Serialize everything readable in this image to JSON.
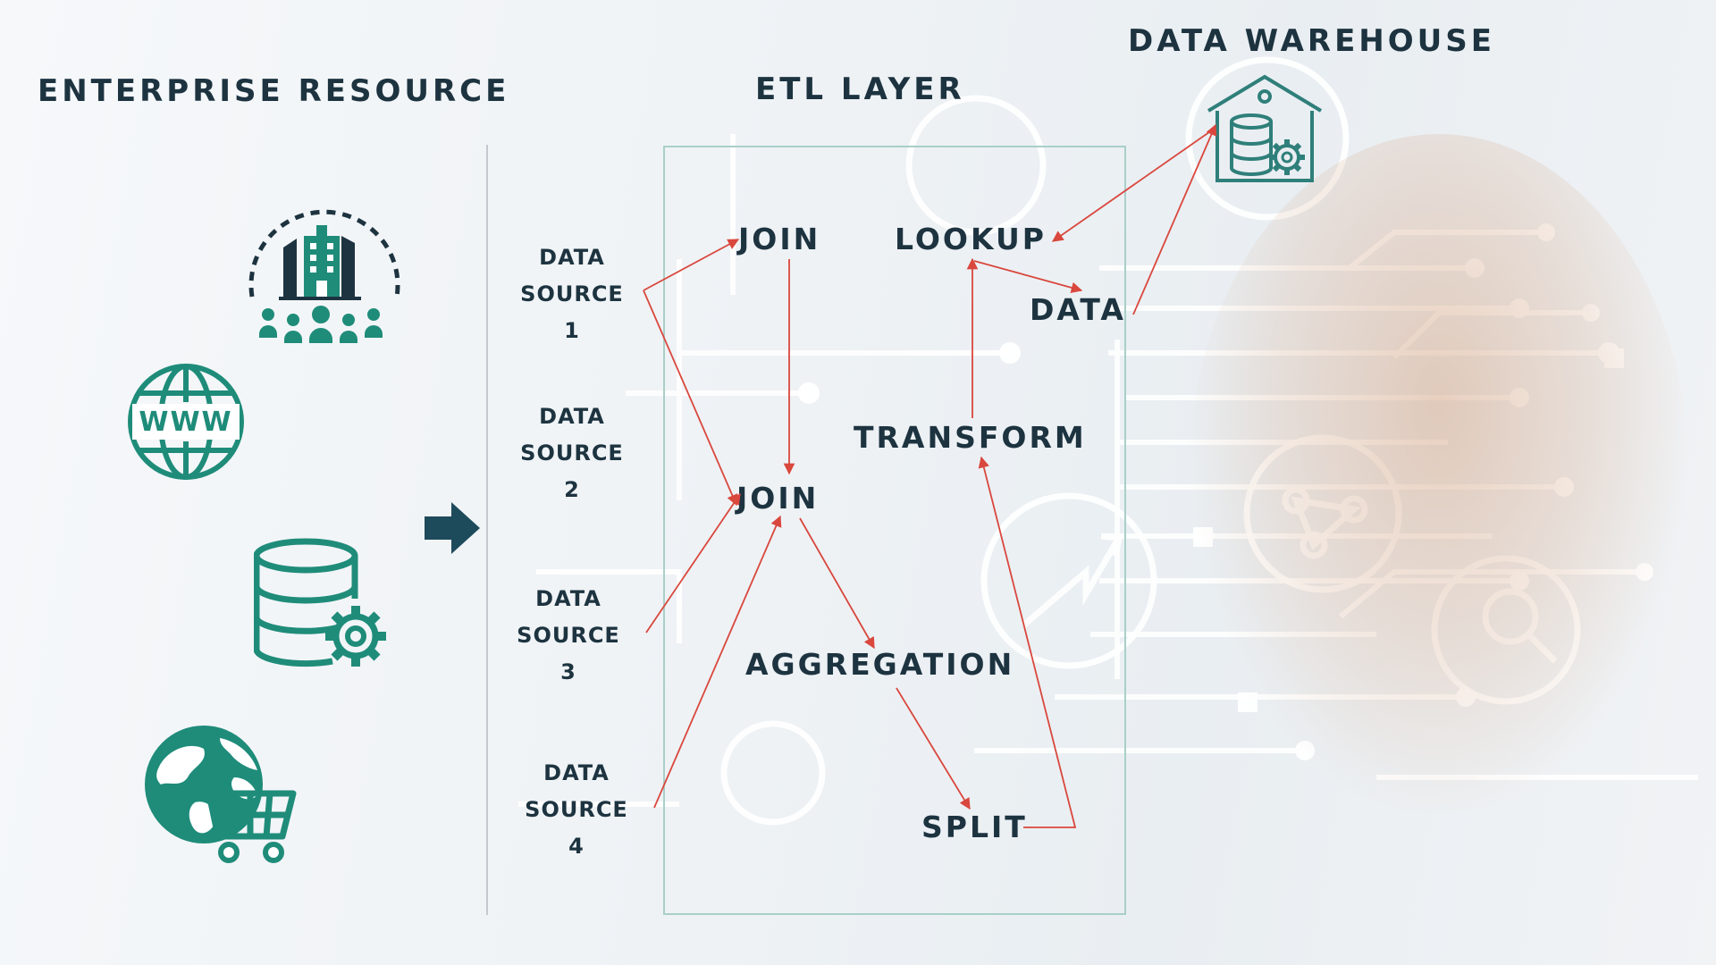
{
  "titles": {
    "enterprise": "ENTERPRISE RESOURCE",
    "etl": "ETL LAYER",
    "warehouse": "DATA WAREHOUSE"
  },
  "data_sources": [
    {
      "line1": "DATA",
      "line2": "SOURCE",
      "num": "1"
    },
    {
      "line1": "DATA",
      "line2": "SOURCE",
      "num": "2"
    },
    {
      "line1": "DATA",
      "line2": "SOURCE",
      "num": "3"
    },
    {
      "line1": "DATA",
      "line2": "SOURCE",
      "num": "4"
    }
  ],
  "nodes": {
    "join_top": "JOIN",
    "lookup": "LOOKUP",
    "data": "DATA",
    "transform": "TRANSFORM",
    "join_mid": "JOIN",
    "aggregation": "AGGREGATION",
    "split": "SPLIT"
  },
  "enterprise_icons": [
    "organization-icon",
    "www-globe-icon",
    "database-gear-icon",
    "globe-cart-icon"
  ],
  "colors": {
    "teal": "#1f8c7a",
    "navy": "#1d3340",
    "arrow_red": "#d9473d",
    "box_border": "#a9cfc9"
  }
}
